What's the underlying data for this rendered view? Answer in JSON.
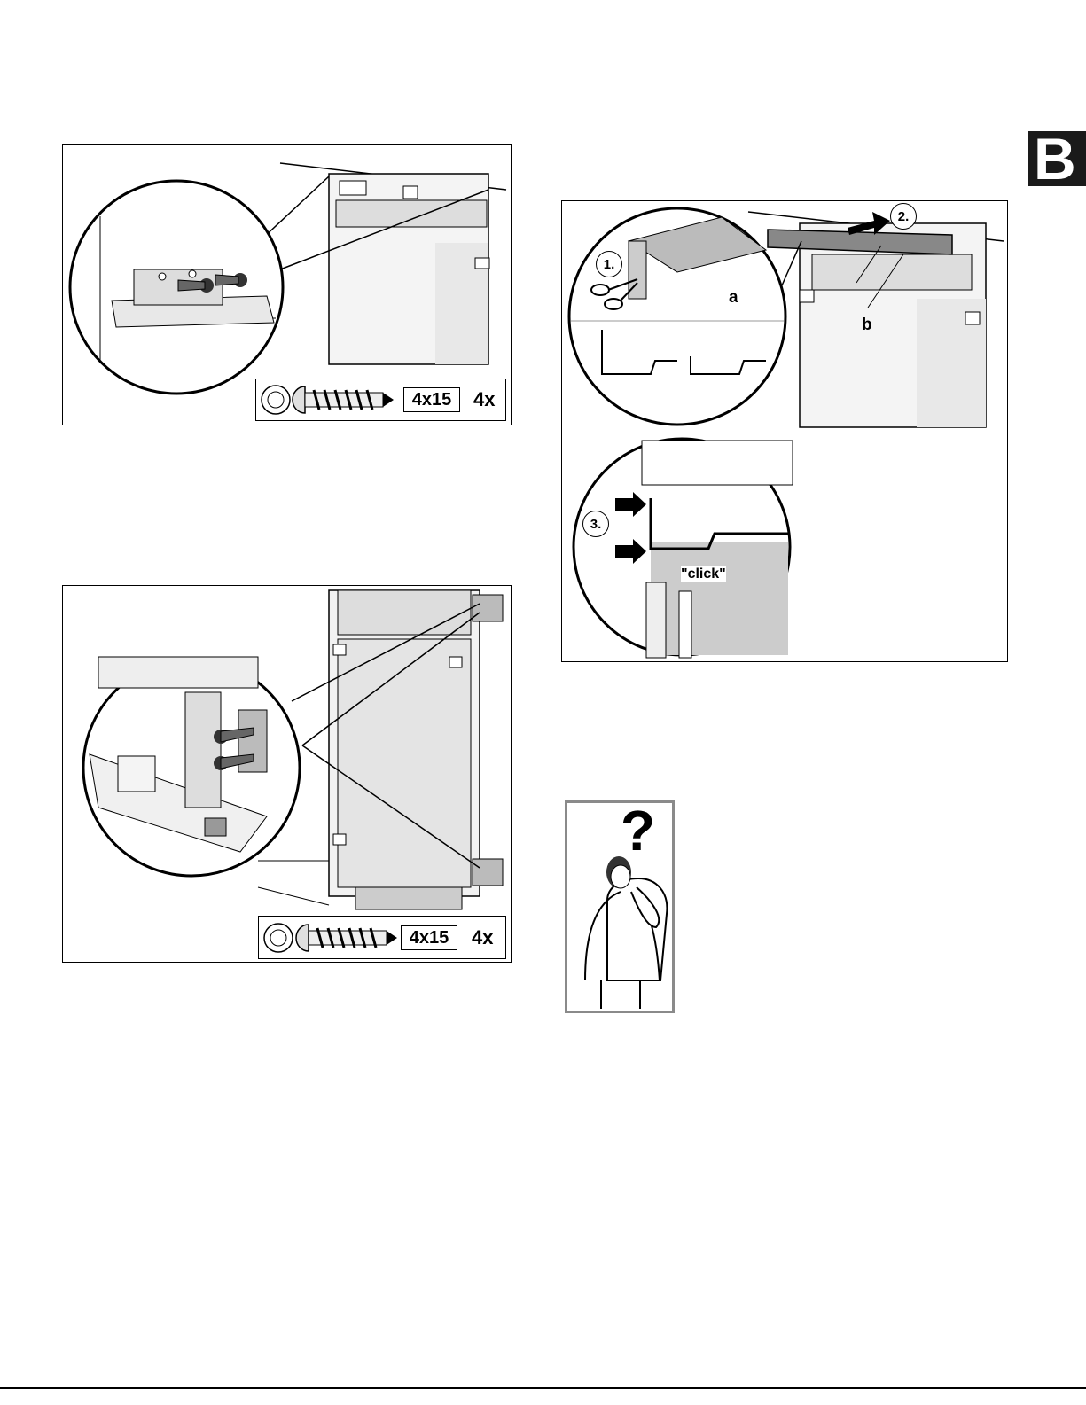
{
  "section_tab": "B",
  "figures": {
    "top_left": {
      "screw_size": "4x15",
      "screw_qty": "4x"
    },
    "bottom_left": {
      "screw_size": "4x15",
      "screw_qty": "4x"
    },
    "right": {
      "step1": "1.",
      "step2": "2.",
      "step3": "3.",
      "label_a": "a",
      "label_b": "b",
      "click_text": "\"click\""
    }
  },
  "help_icon": {
    "symbol": "?"
  },
  "icons": [
    "torx-icon",
    "screw-icon",
    "scissors-icon",
    "arrow-icon",
    "person-question-icon"
  ]
}
